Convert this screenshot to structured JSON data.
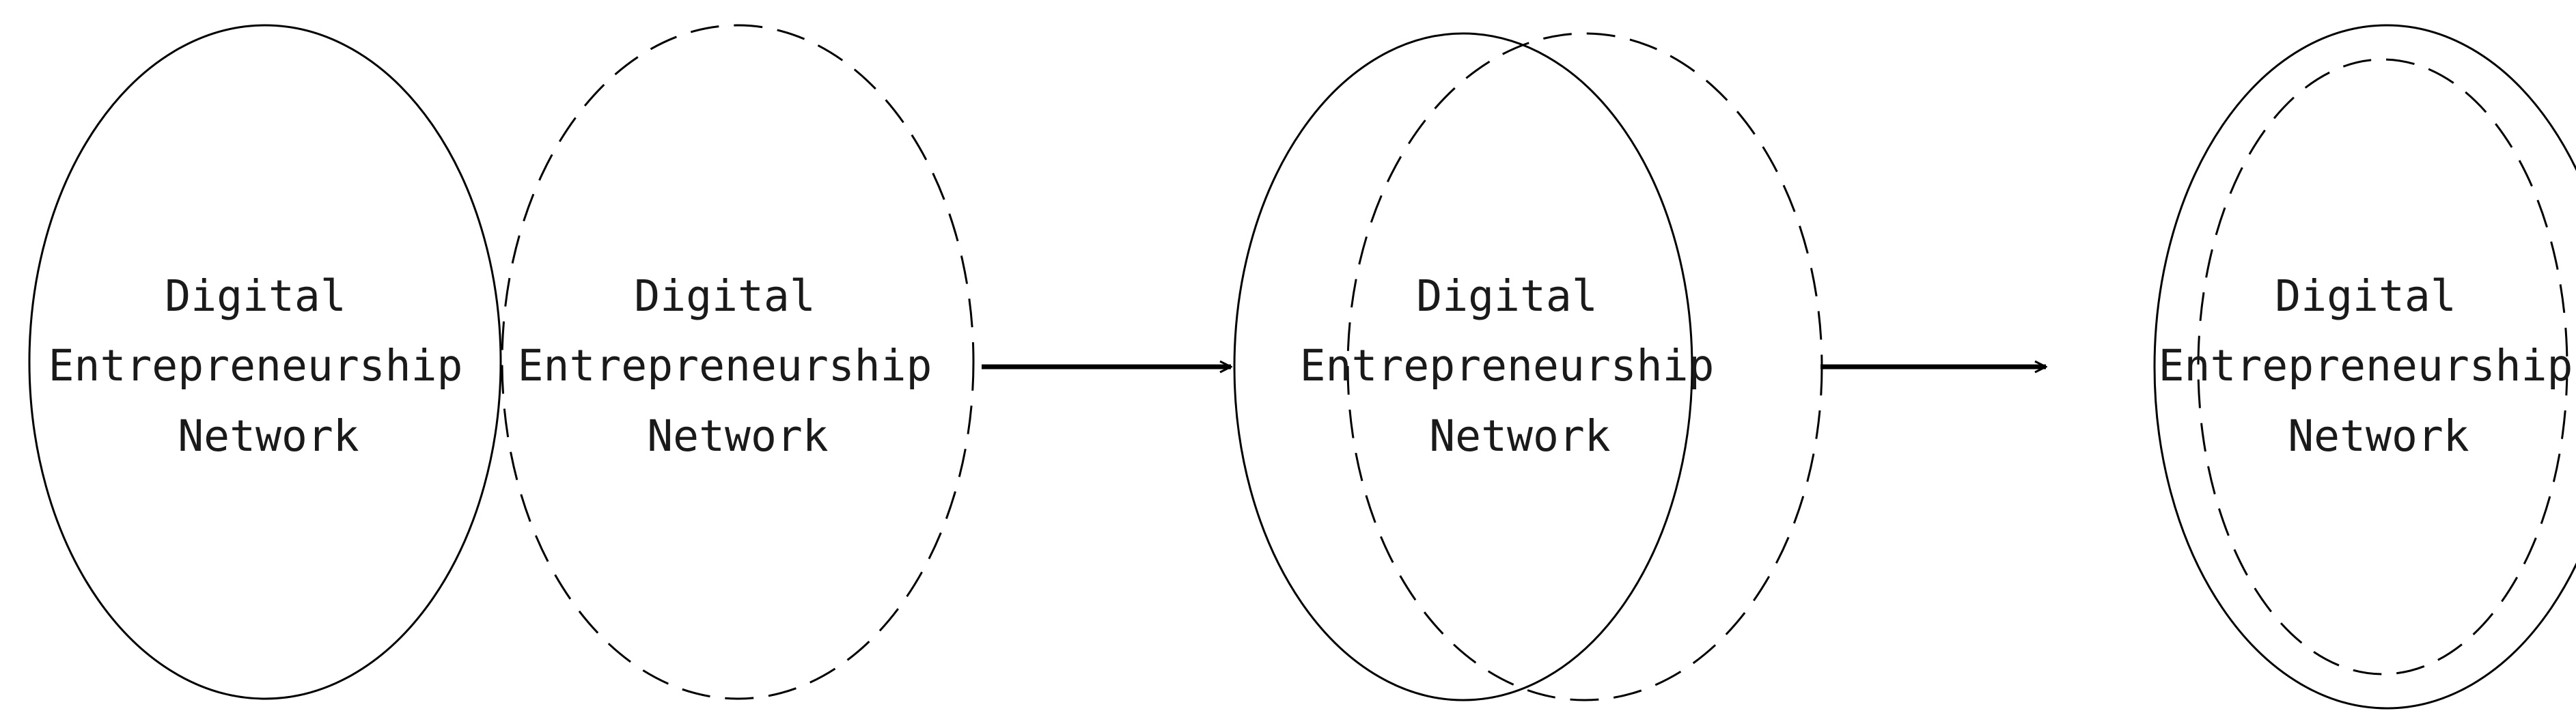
{
  "diagram": {
    "stages": [
      {
        "networks": [
          {
            "label_lines": [
              "Digital",
              "Entrepreneurship",
              "Network"
            ]
          },
          {
            "label_lines": [
              "Digital",
              "Entrepreneurship",
              "Network"
            ]
          }
        ]
      },
      {
        "networks": [
          {
            "label_lines": [
              "Digital",
              "Entrepreneurship",
              "Network"
            ]
          }
        ]
      },
      {
        "networks": [
          {
            "label_lines": [
              "Digital",
              "Entrepreneurship",
              "Network"
            ]
          }
        ]
      }
    ]
  }
}
